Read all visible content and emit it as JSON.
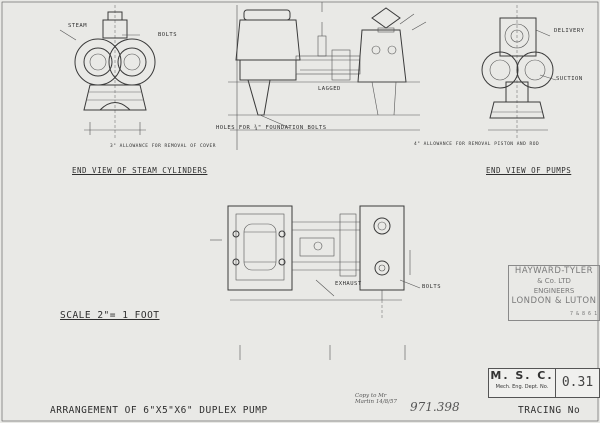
{
  "title": "ARRANGEMENT OF 6\"X5\"X6\" DUPLEX PUMP",
  "scale": "SCALE 2\"= 1 FOOT",
  "tracing_label": "TRACING No",
  "views": {
    "end_steam": "END VIEW OF STEAM CYLINDERS",
    "end_pumps": "END VIEW OF PUMPS"
  },
  "callouts": {
    "steam": "STEAM",
    "bolts_top": "BOLTS",
    "delivery": "DELIVERY",
    "suction": "SUCTION",
    "lagged": "LAGGED",
    "holes": "HOLES FOR ¾\" FOUNDATION BOLTS",
    "allowance_left": "3\" ALLOWANCE FOR REMOVAL OF COVER",
    "allowance_right": "4\" ALLOWANCE FOR REMOVAL PISTON AND ROD",
    "exhaust": "EXHAUST",
    "bolts_plan": "BOLTS"
  },
  "stamp": {
    "line1": "HAYWARD-TYLER",
    "line2": "& Co. LTD",
    "line3": "ENGINEERS",
    "line4": "LONDON & LUTON",
    "ref": "7 & 8 6 1"
  },
  "msc": {
    "letters": "M. S. C.",
    "sub": "Mech. Eng. Dept. No."
  },
  "drawing_number": "0.31",
  "pencil": {
    "note": "Copy to Mr Martin",
    "date": "14/8/57",
    "number": "971.398"
  }
}
